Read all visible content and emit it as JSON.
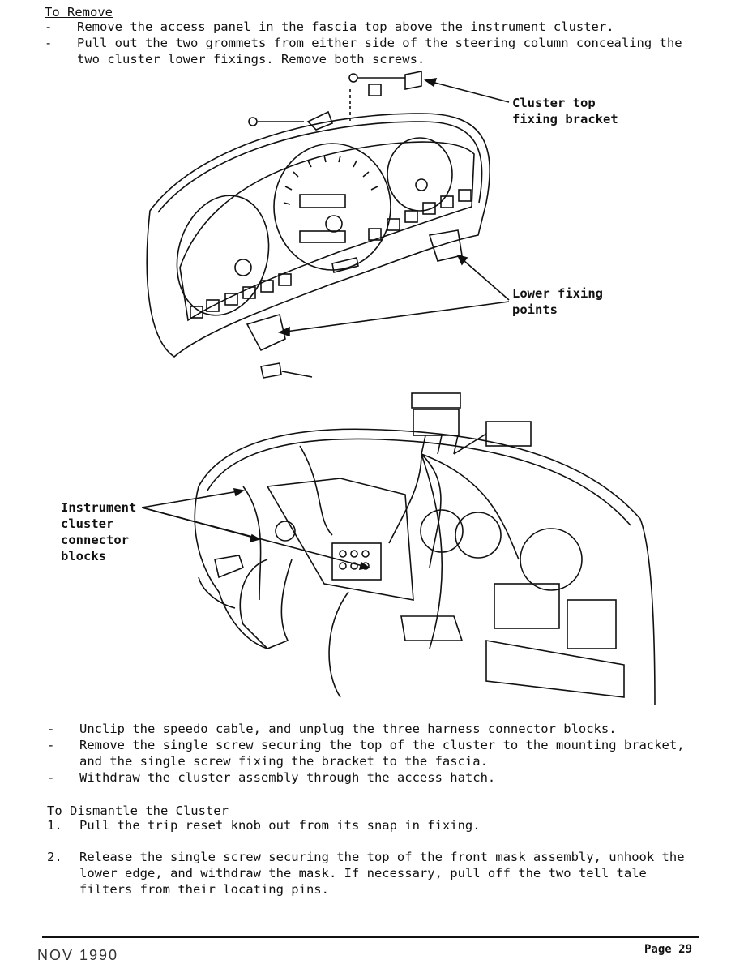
{
  "section_remove": {
    "heading": "To Remove",
    "steps": [
      "Remove the access panel in the fascia top above the instrument cluster.",
      "Pull out the two grommets from either side of the steering column concealing the two cluster lower fixings. Remove both screws."
    ]
  },
  "figure_top": {
    "callouts": {
      "cluster_top_line1": "Cluster top",
      "cluster_top_line2": "fixing bracket",
      "lower_line1": "Lower fixing",
      "lower_line2": "points"
    }
  },
  "figure_bottom": {
    "callouts": {
      "connector_line1": "Instrument",
      "connector_line2": "cluster",
      "connector_line3": "connector",
      "connector_line4": "blocks"
    }
  },
  "section_remove_cont": {
    "steps": [
      "Unclip the speedo cable, and unplug the three harness connector blocks.",
      "Remove the single screw securing the top of the cluster to the mounting bracket, and the single screw fixing the bracket to the fascia.",
      "Withdraw the cluster assembly through the access hatch."
    ]
  },
  "section_dismantle": {
    "heading": "To Dismantle the Cluster",
    "steps": [
      {
        "num": "1.",
        "text": "Pull the trip reset knob out from its snap in fixing."
      },
      {
        "num": "2.",
        "text": "Release the single screw securing the top of the front mask assembly, unhook the lower edge, and withdraw the mask. If necessary, pull off the two tell tale filters from their locating pins."
      }
    ]
  },
  "footer": {
    "date": "NOV 1990",
    "page": "Page 29"
  }
}
